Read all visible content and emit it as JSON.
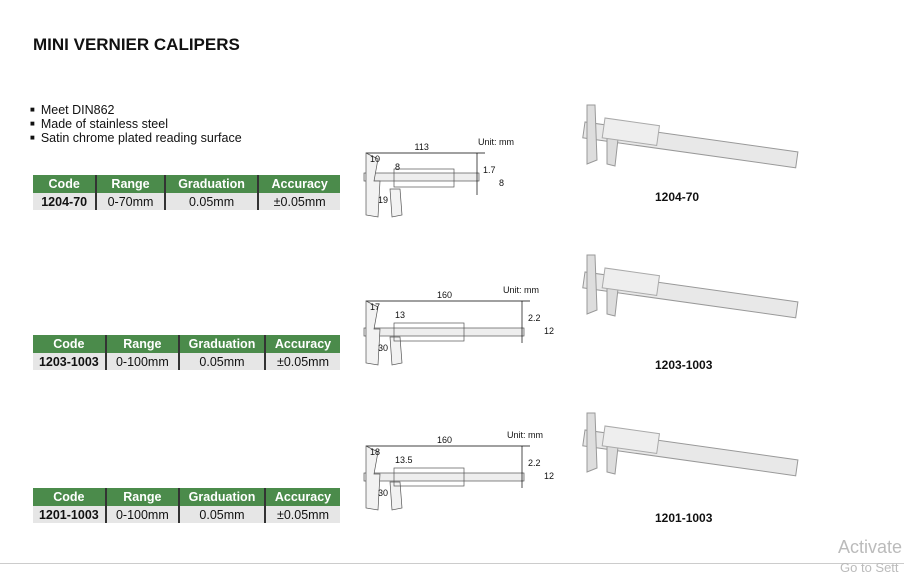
{
  "title": "MINI VERNIER CALIPERS",
  "features": [
    "Meet DIN862",
    "Made of stainless steel",
    "Satin chrome plated reading surface"
  ],
  "table_headers": [
    "Code",
    "Range",
    "Graduation",
    "Accuracy"
  ],
  "products": [
    {
      "code": "1204-70",
      "range": "0-70mm",
      "graduation": "0.05mm",
      "accuracy": "±0.05mm",
      "unit": "Unit: mm",
      "length": "113",
      "dims": [
        "10",
        "8",
        "19",
        "1.7",
        "8"
      ]
    },
    {
      "code": "1203-1003",
      "range": "0-100mm",
      "graduation": "0.05mm",
      "accuracy": "±0.05mm",
      "unit": "Unit: mm",
      "length": "160",
      "dims": [
        "17",
        "13",
        "30",
        "2.2",
        "12"
      ]
    },
    {
      "code": "1201-1003",
      "range": "0-100mm",
      "graduation": "0.05mm",
      "accuracy": "±0.05mm",
      "unit": "Unit: mm",
      "length": "160",
      "dims": [
        "18",
        "13.5",
        "30",
        "2.2",
        "12"
      ]
    }
  ],
  "watermark": {
    "line1": "Activate",
    "line2": "Go to Sett"
  }
}
